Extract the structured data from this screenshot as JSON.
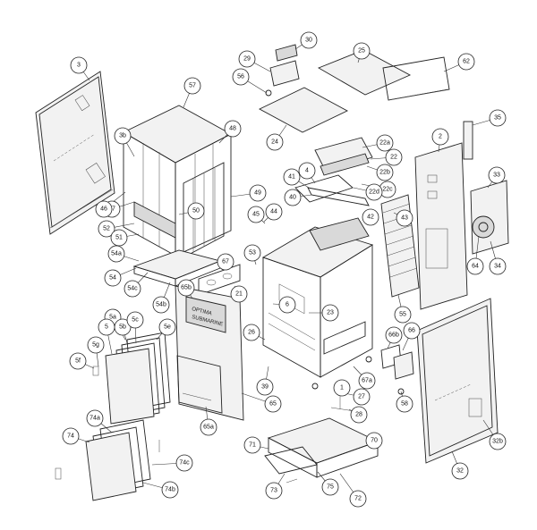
{
  "callouts": [
    {
      "id": "3"
    },
    {
      "id": "57"
    },
    {
      "id": "30"
    },
    {
      "id": "25"
    },
    {
      "id": "62"
    },
    {
      "id": "29"
    },
    {
      "id": "56"
    },
    {
      "id": "3b"
    },
    {
      "id": "48"
    },
    {
      "id": "24"
    },
    {
      "id": "22a"
    },
    {
      "id": "35"
    },
    {
      "id": "2"
    },
    {
      "id": "22"
    },
    {
      "id": "22b"
    },
    {
      "id": "4"
    },
    {
      "id": "22c"
    },
    {
      "id": "22d"
    },
    {
      "id": "33"
    },
    {
      "id": "41"
    },
    {
      "id": "40"
    },
    {
      "id": "47"
    },
    {
      "id": "46"
    },
    {
      "id": "49"
    },
    {
      "id": "50"
    },
    {
      "id": "52"
    },
    {
      "id": "51"
    },
    {
      "id": "44"
    },
    {
      "id": "45"
    },
    {
      "id": "42"
    },
    {
      "id": "43"
    },
    {
      "id": "54a"
    },
    {
      "id": "53"
    },
    {
      "id": "64"
    },
    {
      "id": "34"
    },
    {
      "id": "67"
    },
    {
      "id": "54"
    },
    {
      "id": "54c"
    },
    {
      "id": "54b"
    },
    {
      "id": "21"
    },
    {
      "id": "65b"
    },
    {
      "id": "6"
    },
    {
      "id": "23"
    },
    {
      "id": "55"
    },
    {
      "id": "5a"
    },
    {
      "id": "5b"
    },
    {
      "id": "5c"
    },
    {
      "id": "5e"
    },
    {
      "id": "5"
    },
    {
      "id": "5g"
    },
    {
      "id": "5f"
    },
    {
      "id": "26"
    },
    {
      "id": "66b"
    },
    {
      "id": "66"
    },
    {
      "id": "39"
    },
    {
      "id": "67a"
    },
    {
      "id": "27"
    },
    {
      "id": "1"
    },
    {
      "id": "58"
    },
    {
      "id": "65a"
    },
    {
      "id": "65"
    },
    {
      "id": "28"
    },
    {
      "id": "32b"
    },
    {
      "id": "74a"
    },
    {
      "id": "74"
    },
    {
      "id": "71"
    },
    {
      "id": "70"
    },
    {
      "id": "74c"
    },
    {
      "id": "74b"
    },
    {
      "id": "73"
    },
    {
      "id": "75"
    },
    {
      "id": "72"
    },
    {
      "id": "32"
    }
  ],
  "panel_label": {
    "line1": "OPTIMA",
    "line2": "SUBMARINE"
  }
}
